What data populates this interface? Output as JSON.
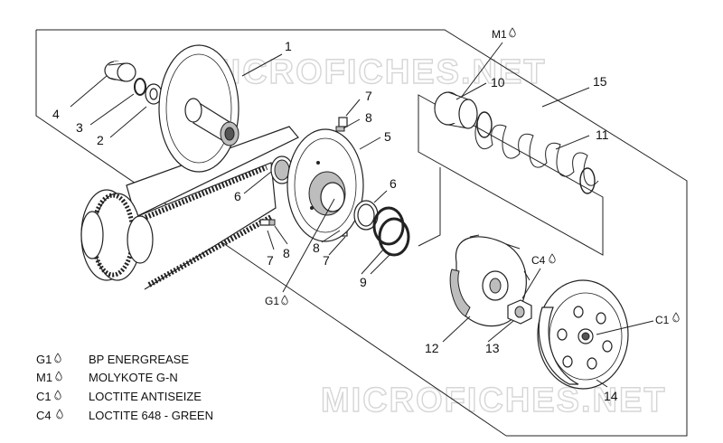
{
  "watermark": "MICROFICHES.NET",
  "callouts": [
    {
      "id": "c1",
      "text": "1"
    },
    {
      "id": "c2",
      "text": "2"
    },
    {
      "id": "c3",
      "text": "3"
    },
    {
      "id": "c4",
      "text": "4"
    },
    {
      "id": "c5",
      "text": "5"
    },
    {
      "id": "c6a",
      "text": "6"
    },
    {
      "id": "c6b",
      "text": "6"
    },
    {
      "id": "c7a",
      "text": "7"
    },
    {
      "id": "c7b",
      "text": "7"
    },
    {
      "id": "c7c",
      "text": "7"
    },
    {
      "id": "c8a",
      "text": "8"
    },
    {
      "id": "c8b",
      "text": "8"
    },
    {
      "id": "c8c",
      "text": "8"
    },
    {
      "id": "c9",
      "text": "9"
    },
    {
      "id": "c10",
      "text": "10"
    },
    {
      "id": "c11",
      "text": "11"
    },
    {
      "id": "c12",
      "text": "12"
    },
    {
      "id": "c13",
      "text": "13"
    },
    {
      "id": "c14",
      "text": "14"
    },
    {
      "id": "c15",
      "text": "15"
    },
    {
      "id": "cG1",
      "text": "G1"
    },
    {
      "id": "cM1",
      "text": "M1"
    },
    {
      "id": "cC4",
      "text": "C4"
    },
    {
      "id": "cC1",
      "text": "C1"
    }
  ],
  "legend": [
    {
      "code": "G1",
      "description": "BP ENERGREASE"
    },
    {
      "code": "M1",
      "description": "MOLYKOTE G-N"
    },
    {
      "code": "C1",
      "description": "LOCTITE ANTISEIZE"
    },
    {
      "code": "C4",
      "description": "LOCTITE 648 - GREEN"
    }
  ],
  "colors": {
    "line": "#222222",
    "shade": "#bdbdbd",
    "watermark": "#d6d6d6"
  },
  "icons": {
    "lubricant": "drop-icon"
  }
}
